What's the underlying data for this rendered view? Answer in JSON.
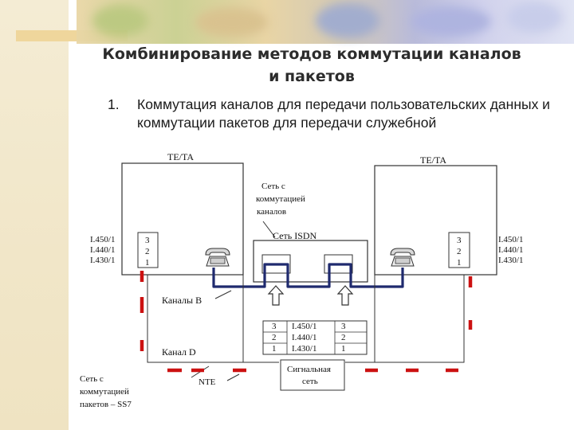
{
  "slide": {
    "title_line1": "Комбинирование методов коммутации каналов",
    "title_line2": "и пакетов",
    "bullet_number": "1.",
    "bullet_text": "Коммутация каналов для передачи пользовательских данных и коммутации пакетов для передачи служебной"
  },
  "diagram": {
    "left_terminal_label": "TE/TA",
    "right_terminal_label": "TE/TA",
    "cs_network_label": [
      "Сеть с",
      "коммутацией",
      "каналов"
    ],
    "isdn_label": "Сеть ISDN",
    "left_protocols": [
      "I.450/1",
      "I.440/1",
      "I.430/1"
    ],
    "left_layers": [
      "3",
      "2",
      "1"
    ],
    "right_protocols": [
      "I.450/1",
      "I.440/1",
      "I.430/1"
    ],
    "right_layers": [
      "3",
      "2",
      "1"
    ],
    "center_protocols": [
      "I.450/1",
      "I.440/1",
      "I.430/1"
    ],
    "center_left_layers": [
      "3",
      "2",
      "1"
    ],
    "center_right_layers": [
      "3",
      "2",
      "1"
    ],
    "b_channels_label": "Каналы B",
    "d_channel_label": "Канал D",
    "ps_network_label": [
      "Сеть с",
      "коммутацией",
      "пакетов – SS7"
    ],
    "nte_label": "NTE",
    "signaling_network_label": [
      "Сигнальная",
      "сеть"
    ]
  },
  "colors": {
    "accent_red": "#cc1111",
    "path_blue": "#1f2a6e",
    "line_gray": "#333333"
  }
}
